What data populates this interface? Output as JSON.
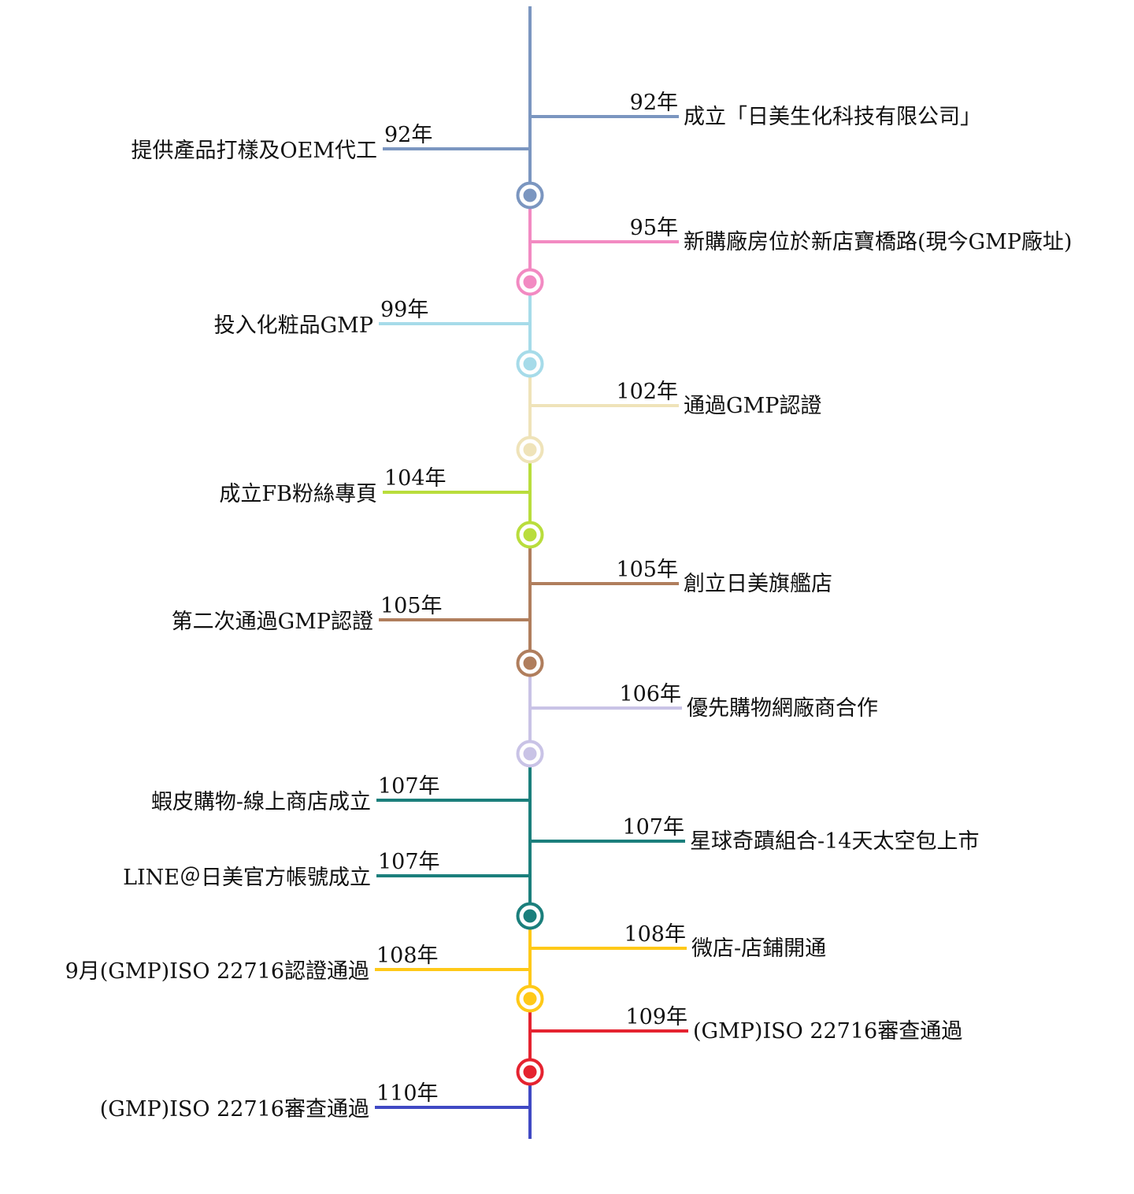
{
  "segments": [
    {
      "color": "#7b96c0"
    },
    {
      "color": "#f28ac2"
    },
    {
      "color": "#a6dbe9"
    },
    {
      "color": "#efe3b9"
    },
    {
      "color": "#b9dd3c"
    },
    {
      "color": "#b07e5d"
    },
    {
      "color": "#c9c3e6"
    },
    {
      "color": "#1b7f7c"
    },
    {
      "color": "#ffc918"
    },
    {
      "color": "#e52330"
    },
    {
      "color": "#4049c4"
    }
  ],
  "events": [
    {
      "side": "right",
      "year": "92年",
      "text": "成立「日美生化科技有限公司」",
      "segment": 0
    },
    {
      "side": "left",
      "year": "92年",
      "text": "提供產品打樣及OEM代工",
      "segment": 0
    },
    {
      "side": "right",
      "year": "95年",
      "text": "新購廠房位於新店寶橋路(現今GMP廠址)",
      "segment": 1
    },
    {
      "side": "left",
      "year": "99年",
      "text": "投入化粧品GMP",
      "segment": 2
    },
    {
      "side": "right",
      "year": "102年",
      "text": "通過GMP認證",
      "segment": 3
    },
    {
      "side": "left",
      "year": "104年",
      "text": "成立FB粉絲專頁",
      "segment": 4
    },
    {
      "side": "right",
      "year": "105年",
      "text": "創立日美旗艦店",
      "segment": 5
    },
    {
      "side": "left",
      "year": "105年",
      "text": "第二次通過GMP認證",
      "segment": 5
    },
    {
      "side": "right",
      "year": "106年",
      "text": "優先購物網廠商合作",
      "segment": 6
    },
    {
      "side": "left",
      "year": "107年",
      "text": "蝦皮購物-線上商店成立",
      "segment": 7
    },
    {
      "side": "right",
      "year": "107年",
      "text": "星球奇蹟組合-14天太空包上市",
      "segment": 7
    },
    {
      "side": "left",
      "year": "107年",
      "text": "LINE＠日美官方帳號成立",
      "segment": 7
    },
    {
      "side": "right",
      "year": "108年",
      "text": "微店-店鋪開通",
      "segment": 8
    },
    {
      "side": "left",
      "year": "108年",
      "text": "9月(GMP)ISO 22716認證通過",
      "segment": 8
    },
    {
      "side": "right",
      "year": "109年",
      "text": "(GMP)ISO 22716審查通過",
      "segment": 9
    },
    {
      "side": "left",
      "year": "110年",
      "text": "(GMP)ISO 22716審查通過",
      "segment": 10
    }
  ]
}
